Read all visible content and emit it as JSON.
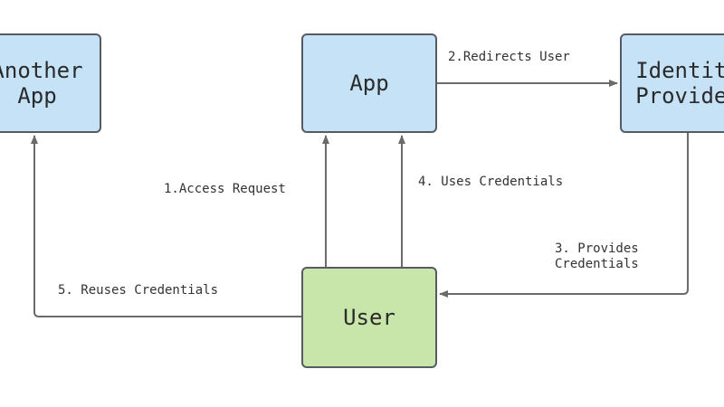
{
  "colors": {
    "box_blue": "#c6e2f6",
    "box_green": "#c8e6a9",
    "border": "#555b60",
    "arrow": "#6b6b6b"
  },
  "nodes": {
    "another_app": "Another\nApp",
    "app": "App",
    "identity_provider": "Identity\nProvider",
    "user": "User"
  },
  "edges": {
    "access_request": "1.Access Request",
    "redirects_user": "2.Redirects User",
    "uses_credentials": "4. Uses Credentials",
    "provides_credentials": "3. Provides\nCredentials",
    "reuses_credentials": "5. Reuses Credentials"
  }
}
